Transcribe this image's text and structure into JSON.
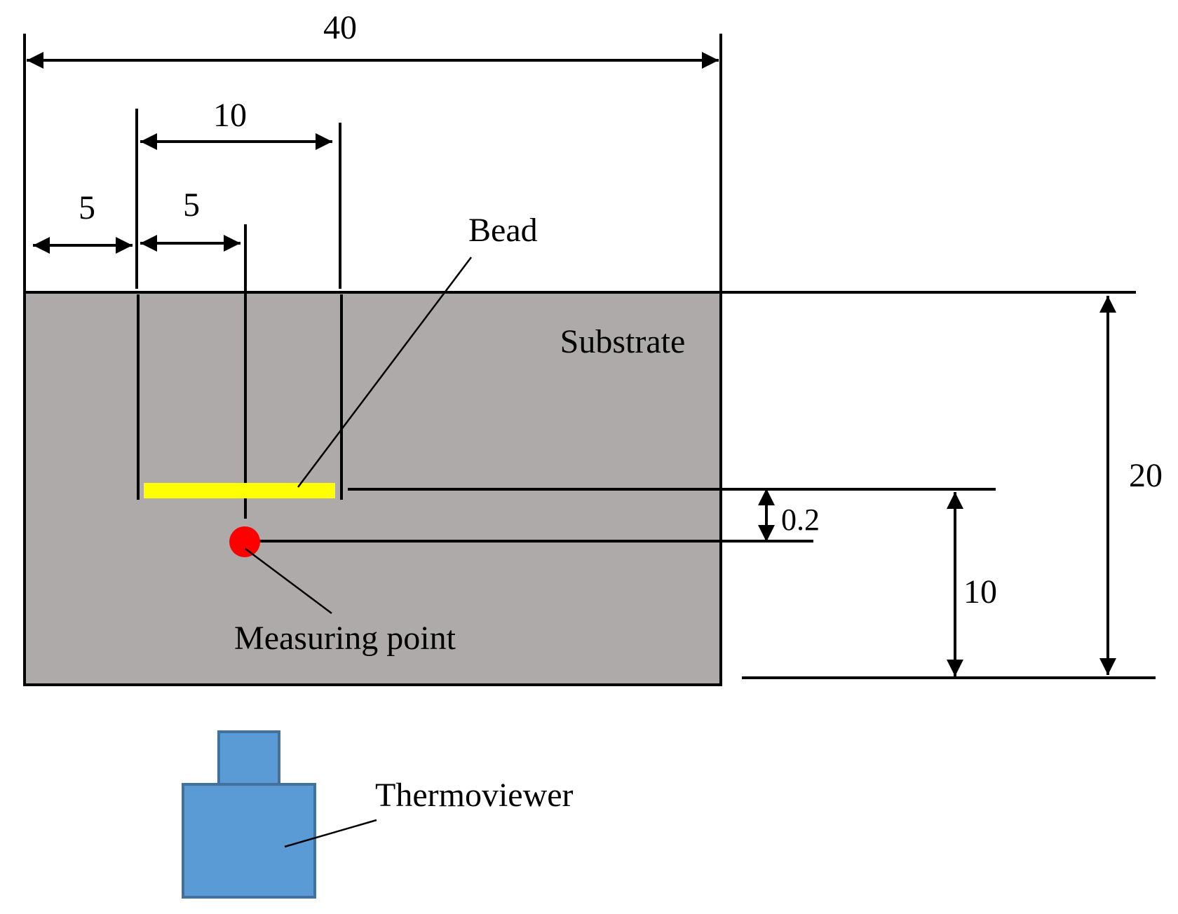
{
  "labels": {
    "substrate": "Substrate",
    "bead": "Bead",
    "measuring_point": "Measuring point",
    "thermoviewer": "Thermoviewer"
  },
  "dimensions": {
    "total_width": "40",
    "bead_length": "10",
    "bead_offset": "5",
    "measuring_offset": "5",
    "substrate_height": "20",
    "bead_height": "10",
    "measuring_depth": "0.2"
  },
  "colors": {
    "substrate": "#aeaaaa",
    "bead": "#ffff00",
    "measuring_point": "#ff0000",
    "thermoviewer": "#5b9bd5",
    "thermoviewer_border": "#41719c",
    "line": "#000000"
  }
}
